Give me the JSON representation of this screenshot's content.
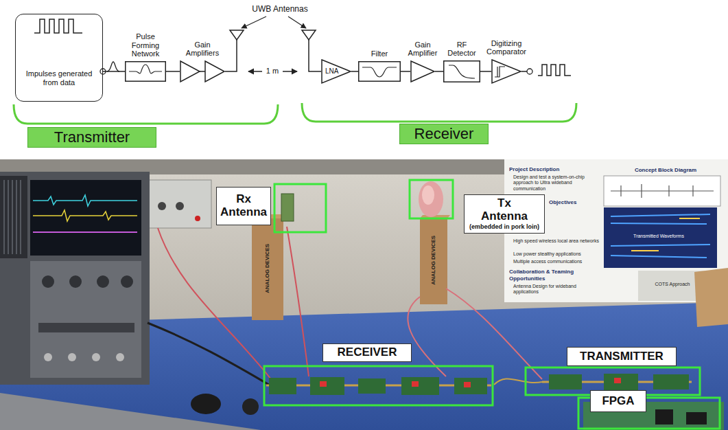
{
  "diagram": {
    "nodes": [
      {
        "text": [
          "Impulses generated from data"
        ]
      },
      {
        "text": [
          "Pulse Forming Network"
        ]
      },
      {
        "text": [
          "Gain Amplifiers"
        ]
      },
      {
        "text": [
          "LNA"
        ]
      },
      {
        "text": [
          "Filter"
        ]
      },
      {
        "text": [
          "Gain Amplifier"
        ]
      },
      {
        "text": [
          "RF Detector"
        ]
      },
      {
        "text": [
          "Digitizing Comparator"
        ]
      },
      {
        "text": [
          "Transmitter"
        ]
      },
      {
        "text": [
          "Receiver"
        ]
      },
      {
        "text": [
          "Rx Antenna"
        ]
      },
      {
        "text": [
          "Tx Antenna",
          "(embedded in pork loin)"
        ]
      },
      {
        "text": [
          "RECEIVER"
        ]
      },
      {
        "text": [
          "TRANSMITTER"
        ]
      },
      {
        "text": [
          "FPGA"
        ]
      }
    ],
    "edges": [
      {
        "from": 0,
        "to": 1,
        "arrow": "none"
      },
      {
        "from": 1,
        "to": 2,
        "arrow": "none"
      },
      {
        "from": 3,
        "to": 4,
        "arrow": "none"
      },
      {
        "from": 4,
        "to": 5,
        "arrow": "none"
      },
      {
        "from": 5,
        "to": 6,
        "arrow": "none"
      },
      {
        "from": 6,
        "to": 7,
        "arrow": "none"
      }
    ],
    "labels": [
      "UWB Antennas",
      "1 m",
      "Project Description",
      "Design and test a system-on-chip approach to Ultra wideband communication",
      "Objectives",
      "High speed wireless local area networks",
      "Low power stealthy applications",
      "Multiple access communications",
      "Collaboration & Teaming Opportunities",
      "Antenna Design for wideband applications",
      "Concept Block Diagram",
      "Transmitted Waveforms",
      "COTS Approach",
      "ANALOG DEVICES",
      "ANALOG DEVICES"
    ]
  }
}
